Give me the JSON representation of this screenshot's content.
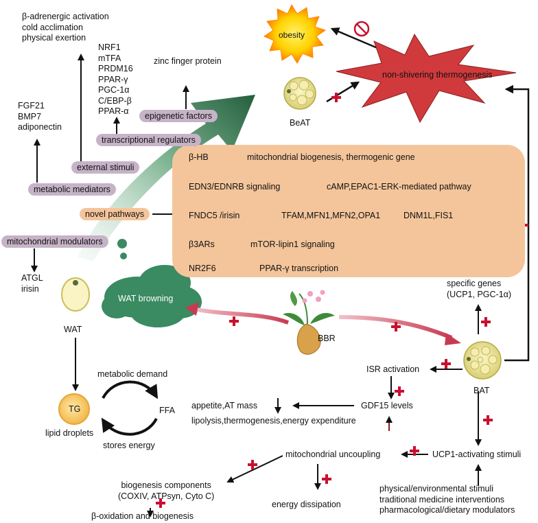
{
  "stimuli_list": [
    "β-adrenergic activation",
    "cold acclimation",
    "physical exertion"
  ],
  "transcription_factors": [
    "NRF1",
    "mTFA",
    "PRDM16",
    "PPAR-γ",
    "PGC-1α",
    "C/EBP-β",
    "PPAR-α"
  ],
  "zinc_finger": "zinc finger protein",
  "obesity": "obesity",
  "thermogenesis": "non-shivering thermogenesis",
  "metabolic_factors": [
    "FGF21",
    "BMP7",
    "adiponectin"
  ],
  "pills": {
    "epigenetic": "epigenetic factors",
    "transcriptional": "transcriptional regulators",
    "external": "external stimuli",
    "metabolic": "metabolic mediators",
    "novel": "novel pathways",
    "mito_mod": "mitochondrial modulators"
  },
  "beat": "BeAT",
  "panel_rows": {
    "bhb_label": "β-HB",
    "bhb_effect": "mitochondrial biogenesis, thermogenic gene",
    "edn_label": "EDN3/EDNRB signaling",
    "edn_effect": "cAMP,EPAC1-ERK-mediated pathway",
    "fndc_label": "FNDC5 /irisin",
    "fndc_up": "TFAM,MFN1,MFN2,OPA1",
    "fndc_down": "DNM1L,FIS1",
    "b3_label": "β3ARs",
    "b3_effect": "mTOR-lipin1 signaling",
    "nr_label": "NR2F6",
    "nr_effect": "PPAR-γ transcription"
  },
  "atgl": [
    "ATGL",
    "irisin"
  ],
  "wat": "WAT",
  "wat_browning": "WAT browning",
  "specific_genes": [
    "specific genes",
    "(UCP1, PGC-1α)"
  ],
  "bbr": "BBR",
  "bat": "BAT",
  "isr": "ISR activation",
  "gdf15": "GDF15 levels",
  "appetite": "appetite,AT mass",
  "lipolysis": "lipolysis,thermogenesis,energy expenditure",
  "metabolic_demand": "metabolic demand",
  "ffa": "FFA",
  "tg": "TG",
  "lipid_droplets": "lipid droplets",
  "stores_energy": "stores energy",
  "mito_uncoupling": "mitochondrial uncoupling",
  "ucp1_stimuli": "UCP1-activating stimuli",
  "biogenesis": [
    "biogenesis components",
    "(COXIV, ATPsyn, Cyto C)"
  ],
  "energy_dissipation": "energy dissipation",
  "beta_ox": "β-oxidation and biogenesis",
  "ucp1_sources": [
    "physical/environmental stimuli",
    "traditional medicine interventions",
    "pharmacological/dietary modulators"
  ],
  "colors": {
    "pill_purple": "#c6b3c8",
    "panel_orange": "#f4c59b",
    "plus_red": "#c8102e",
    "thermo_red": "#d03a3c",
    "green_arrow": "#2d7a4d",
    "cloud_green": "#3a8a62"
  }
}
